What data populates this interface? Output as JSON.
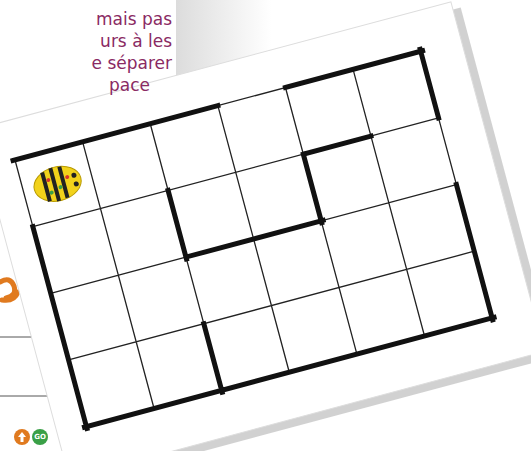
{
  "diagram": {
    "labels": [
      "mais pas",
      "urs à les",
      "e séparer",
      "pace",
      "GO"
    ]
  }
}
